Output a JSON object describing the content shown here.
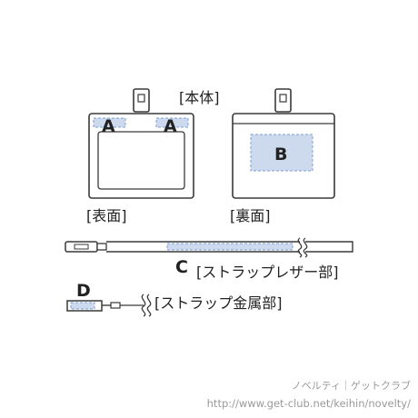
{
  "labels": {
    "main_body": "[本体]",
    "front": "[表面]",
    "back": "[裏面]",
    "strap_leather": "[ストラップレザー部]",
    "strap_metal": "[ストラップ金属部]"
  },
  "markers": {
    "a": "A",
    "b": "B",
    "c": "C",
    "d": "D"
  },
  "watermark": {
    "brand": "ノベルティ｜ゲットクラブ",
    "url": "http://www.get-club.net/keihin/novelty/"
  },
  "colors": {
    "outline": "#3a3a3a",
    "print_area_fill": "#cdd9ec",
    "print_area_stroke": "#7f9fd4",
    "watermark": "#9a9a9a"
  }
}
